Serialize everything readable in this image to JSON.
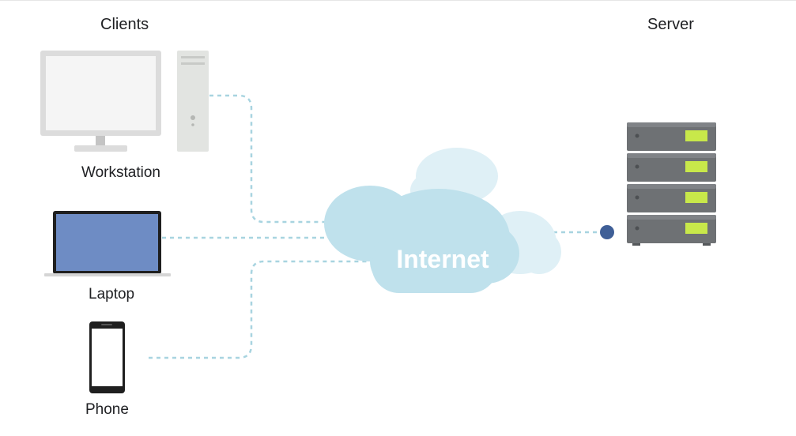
{
  "headings": {
    "clients": "Clients",
    "server": "Server"
  },
  "devices": {
    "workstation": "Workstation",
    "laptop": "Laptop",
    "phone": "Phone"
  },
  "cloud": {
    "label": "Internet"
  },
  "colors": {
    "connector_line": "#a8d4e0",
    "cloud_front": "#bfe1ec",
    "cloud_back": "#dff0f6",
    "server_body": "#6e7174",
    "server_led": "#c8e84a",
    "server_node": "#3f5f97",
    "laptop_screen": "#6e8cc4",
    "monitor_frame": "#dcdcdc",
    "tower": "#e2e4e1"
  }
}
